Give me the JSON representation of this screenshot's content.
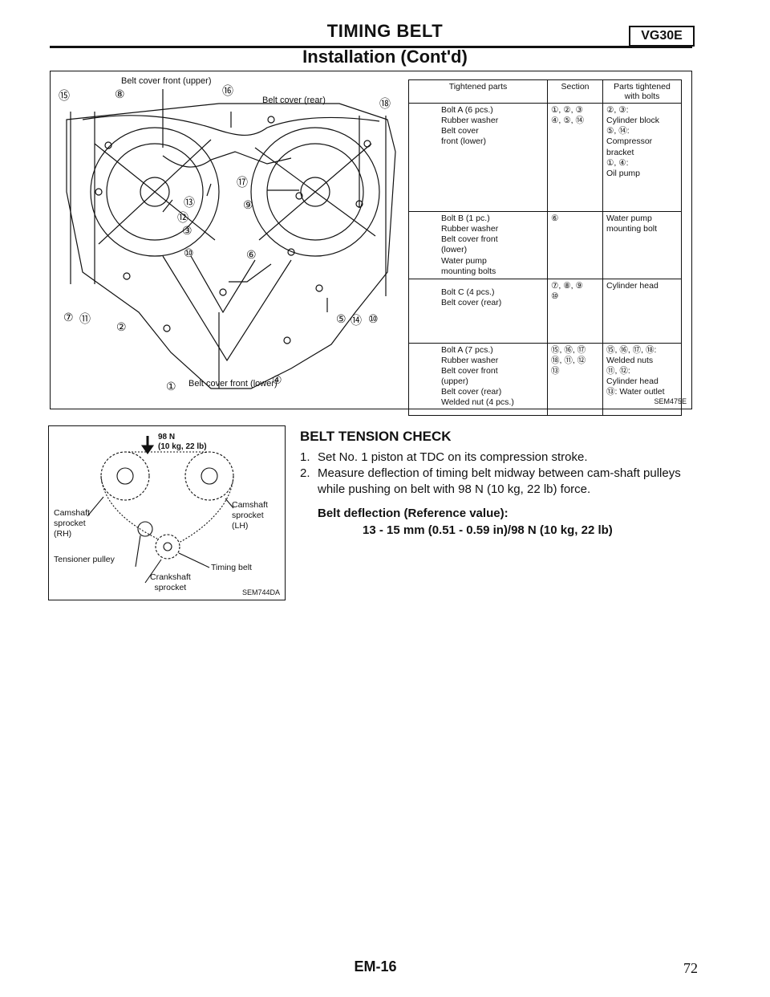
{
  "header": {
    "title": "TIMING BELT",
    "model_badge": "VG30E",
    "subtitle": "Installation (Cont'd)"
  },
  "figure1": {
    "code": "SEM475E",
    "labels": {
      "belt_cover_front_upper": "Belt cover front (upper)",
      "belt_cover_rear": "Belt cover (rear)",
      "belt_cover_front_lower": "Belt cover front (lower)"
    },
    "callouts": {
      "n15": "⑮",
      "n8": "⑧",
      "n16": "⑯",
      "n18": "⑱",
      "n17": "⑰",
      "n13": "⑬",
      "n9": "⑨",
      "n12": "⑫",
      "n3": "③",
      "n10a": "⑩",
      "n6": "⑥",
      "n7": "⑦",
      "n11": "⑪",
      "n2": "②",
      "n5": "⑤",
      "n14": "⑭",
      "n10b": "⑩",
      "n1": "①",
      "n4": "④"
    },
    "table": {
      "headers": [
        "Tightened parts",
        "Section",
        "Parts tightened with bolts"
      ],
      "rows": [
        {
          "parts": "Bolt A (6 pcs.)\nRubber washer\nBelt cover\nfront (lower)",
          "section": "①, ②, ③\n④, ⑤, ⑭",
          "with_bolts": "②, ③:\nCylinder block\n⑤, ⑭:\nCompressor\nbracket\n①, ④:\nOil pump"
        },
        {
          "parts": "Bolt B (1 pc.)\nRubber washer\nBelt cover front\n(lower)\nWater pump\nmounting bolts",
          "section": "⑥",
          "with_bolts": "Water pump\nmounting bolt"
        },
        {
          "parts": "Bolt C (4 pcs.)\nBelt cover (rear)",
          "section": "⑦, ⑧, ⑨\n⑩",
          "with_bolts": "Cylinder head"
        },
        {
          "parts": "Bolt A (7 pcs.)\nRubber washer\nBelt cover front\n(upper)\nBelt cover (rear)\nWelded nut (4 pcs.)",
          "section": "⑮, ⑯, ⑰\n⑱, ⑪, ⑫\n⑬",
          "with_bolts": "⑮, ⑯, ⑰, ⑱:\nWelded nuts\n⑪, ⑫:\nCylinder head\n⑬: Water outlet"
        }
      ]
    }
  },
  "figure2": {
    "code": "SEM744DA",
    "force_line1": "98 N",
    "force_line2": "(10 kg, 22 lb)",
    "labels": {
      "camshaft_rh": "Camshaft\nsprocket\n(RH)",
      "camshaft_lh": "Camshaft\nsprocket\n(LH)",
      "tensioner": "Tensioner pulley",
      "timing_belt": "Timing belt",
      "crankshaft": "Crankshaft\nsprocket"
    }
  },
  "tension_check": {
    "heading": "BELT TENSION CHECK",
    "steps": [
      {
        "num": "1.",
        "text": "Set No. 1 piston at TDC on its compression stroke."
      },
      {
        "num": "2.",
        "text": "Measure deflection of timing belt midway between cam-shaft pulleys while pushing on belt with 98 N (10 kg, 22 lb) force."
      }
    ],
    "deflection_label": "Belt deflection (Reference value):",
    "deflection_value": "13 - 15 mm (0.51 - 0.59 in)/98 N (10 kg, 22 lb)"
  },
  "footer": {
    "page_code": "EM-16",
    "page_number": "72"
  }
}
